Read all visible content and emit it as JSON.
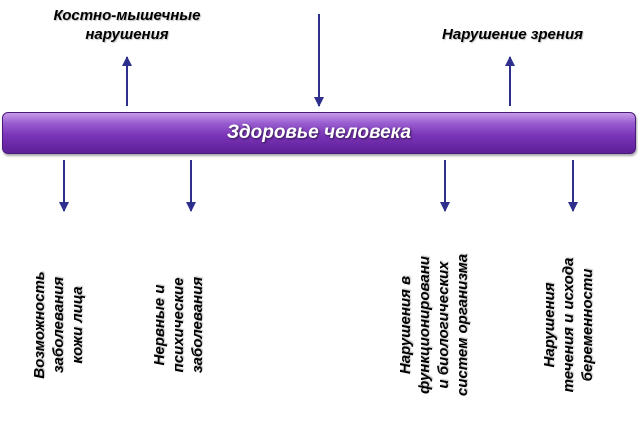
{
  "bar": {
    "title": "Здоровье человека",
    "color_top": "#c79be8",
    "color_bottom": "#5e1f98"
  },
  "arrow_color": "#2e2e8c",
  "top_labels": {
    "musculoskeletal": "Костно-мышечные\nнарушения",
    "vision": "Нарушение зрения"
  },
  "bottom_labels": {
    "skin": "Возможность\nзаболевания\nкожи лица",
    "nervous": "Нервные и\nпсихические\nзаболевания",
    "biological": "Нарушения в\nфункционировани\nи биологических\nсистем организма",
    "pregnancy": "Нарушения\nтечения и исхода\nбеременности"
  }
}
